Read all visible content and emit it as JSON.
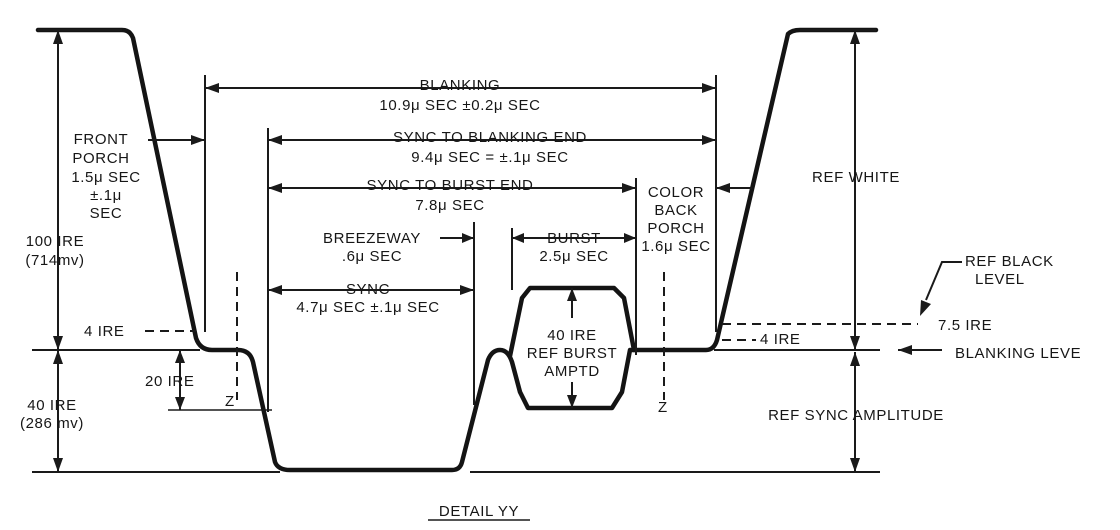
{
  "labels": {
    "blanking": {
      "line1": "BLANKING",
      "line2": "10.9μ SEC ±0.2μ SEC"
    },
    "sync_to_blanking_end": {
      "line1": "SYNC TO BLANKING END",
      "line2": "9.4μ SEC = ±.1μ SEC"
    },
    "sync_to_burst_end": {
      "line1": "SYNC TO BURST END",
      "line2": "7.8μ SEC"
    },
    "front_porch": {
      "line1": "FRONT",
      "line2": "PORCH",
      "line3": "1.5μ SEC",
      "line4": "±.1μ",
      "line5": "SEC"
    },
    "color_back_porch": {
      "line1": "COLOR",
      "line2": "BACK",
      "line3": "PORCH",
      "line4": "1.6μ SEC"
    },
    "breezeway": {
      "line1": "BREEZEWAY",
      "line2": ".6μ SEC"
    },
    "burst": {
      "line1": "BURST",
      "line2": "2.5μ SEC"
    },
    "sync": {
      "line1": "SYNC",
      "line2": "4.7μ SEC ±.1μ SEC"
    },
    "ire_100": {
      "line1": "100 IRE",
      "line2": "(714mv)"
    },
    "ire_40": {
      "line1": "40 IRE",
      "line2": "(286 mv)"
    },
    "ire_4_left": "4 IRE",
    "ire_4_right": "4 IRE",
    "ire_20": "20 IRE",
    "z_left": "Z",
    "z_right": "Z",
    "burst_amplitude": {
      "line1": "40 IRE",
      "line2": "REF BURST",
      "line3": "AMPTD"
    },
    "ref_white": "REF WHITE",
    "ref_black_level": {
      "line1": "REF BLACK",
      "line2": "LEVEL"
    },
    "ire_7_5": "7.5 IRE",
    "blanking_level": "BLANKING LEVE",
    "ref_sync_amplitude": "REF SYNC AMPLITUDE",
    "detail": "DETAIL YY"
  }
}
